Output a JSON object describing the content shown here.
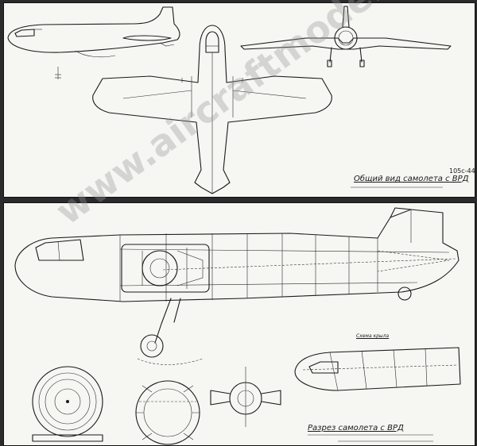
{
  "top_sheet": {
    "caption": "Общий вид самолета с ВРД",
    "drawing_code": "105с-44"
  },
  "bottom_sheet": {
    "caption": "Разрез самолета с ВРД",
    "scheme_label": "Схема крыла"
  },
  "watermark": "www.aircraftmodels.com"
}
